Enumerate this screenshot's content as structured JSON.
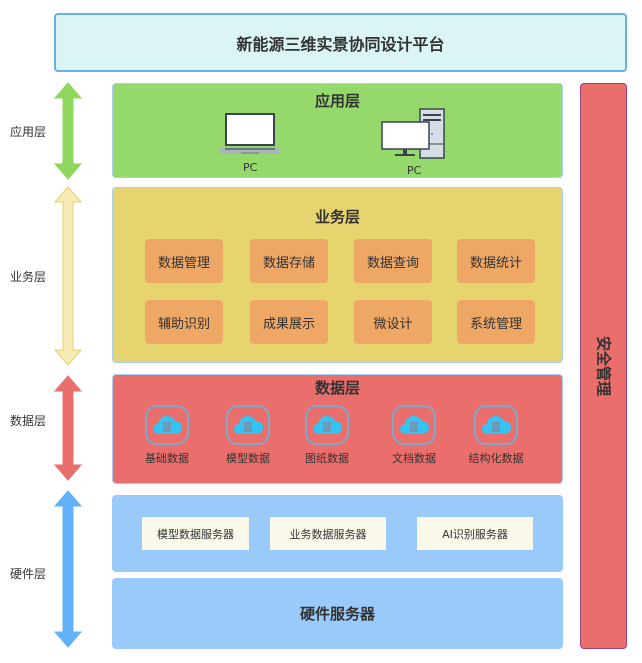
{
  "title": "新能源三维实景协同设计平台",
  "side_labels": {
    "app": "应用层",
    "business": "业务层",
    "data": "数据层",
    "hardware": "硬件层"
  },
  "colors": {
    "app_arrow": "#8ed85f",
    "business_arrow": "#f7ebb5",
    "data_arrow": "#ea6f6c",
    "hardware_arrow": "#62b0fa"
  },
  "app_layer": {
    "title": "应用层",
    "devices": [
      {
        "icon": "laptop-icon",
        "label": "PC"
      },
      {
        "icon": "desktop-icon",
        "label": "PC"
      }
    ]
  },
  "business_layer": {
    "title": "业务层",
    "items": [
      "数据管理",
      "数据存储",
      "数据查询",
      "数据统计",
      "辅助识别",
      "成果展示",
      "微设计",
      "系统管理"
    ]
  },
  "data_layer": {
    "title": "数据层",
    "items": [
      "基础数据",
      "模型数据",
      "图纸数据",
      "文档数据",
      "结构化数据"
    ]
  },
  "hardware_layer": {
    "servers": [
      "模型数据服务器",
      "业务数据服务器",
      "AI识别服务器"
    ],
    "title": "硬件服务器"
  },
  "security": "安全管理"
}
